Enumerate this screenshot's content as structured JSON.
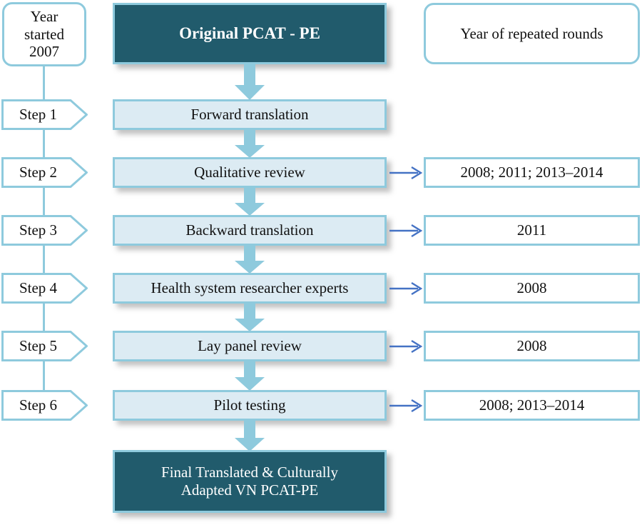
{
  "figure": {
    "title": "PCAT-PE translation and cultural adaptation flowchart",
    "colors": {
      "dark_teal": "#215B6C",
      "light_blue_fill": "#DCEBF3",
      "border_blue": "#8ECADD",
      "arrow_blue": "#4472C4",
      "white": "#FFFFFF"
    }
  },
  "left_column": {
    "start_box": {
      "line1": "Year",
      "line2": "started",
      "line3": "2007"
    },
    "steps": [
      {
        "label": "Step 1"
      },
      {
        "label": "Step 2"
      },
      {
        "label": "Step 3"
      },
      {
        "label": "Step 4"
      },
      {
        "label": "Step 5"
      },
      {
        "label": "Step 6"
      }
    ]
  },
  "center_column": {
    "header": "Original PCAT - PE",
    "processes": [
      {
        "label": "Forward translation"
      },
      {
        "label": "Qualitative review"
      },
      {
        "label": "Backward translation"
      },
      {
        "label": "Health system researcher experts"
      },
      {
        "label": "Lay panel review"
      },
      {
        "label": "Pilot  testing"
      }
    ],
    "final": {
      "line1": "Final Translated & Culturally",
      "line2": "Adapted VN PCAT-PE"
    }
  },
  "right_column": {
    "header": "Year of repeated rounds",
    "rounds": [
      {
        "label": "2008; 2011; 2013–2014"
      },
      {
        "label": "2011"
      },
      {
        "label": "2008"
      },
      {
        "label": "2008"
      },
      {
        "label": "2008; 2013–2014"
      }
    ]
  }
}
